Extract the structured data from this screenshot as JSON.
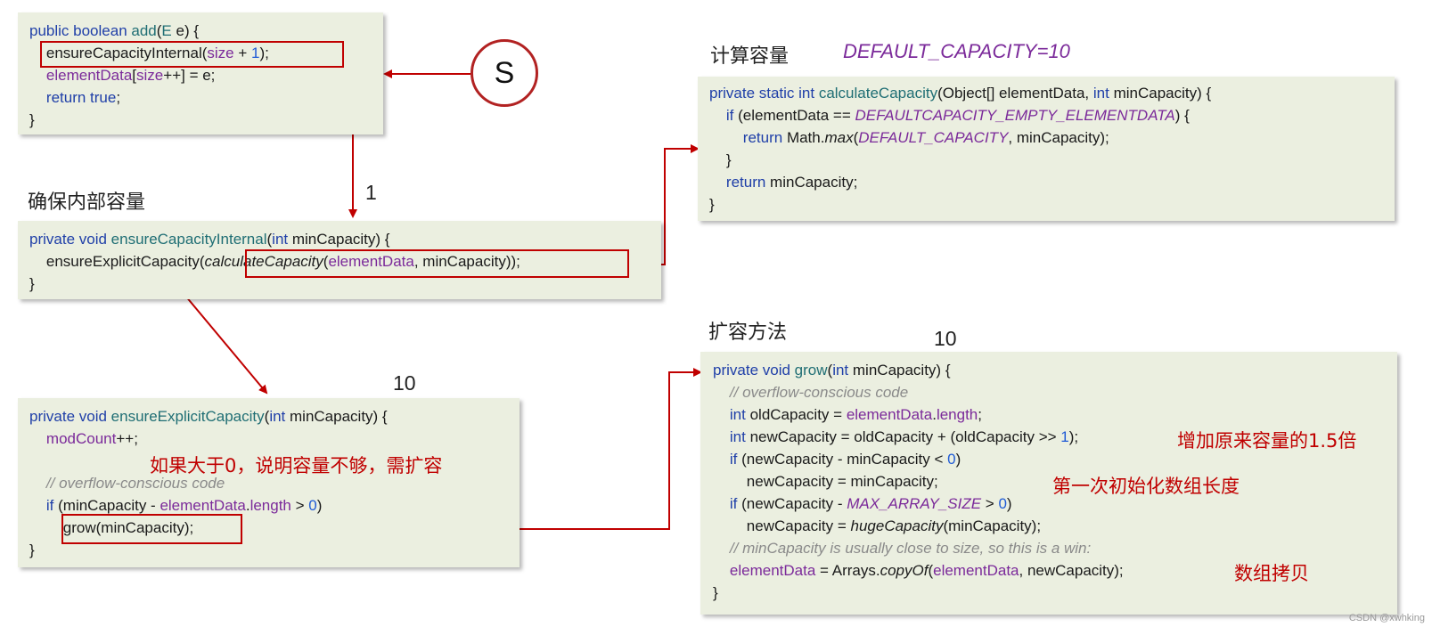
{
  "headings": {
    "ensure_internal": "确保内部容量",
    "calculate": "计算容量",
    "default_capacity": "DEFAULT_CAPACITY=10",
    "grow": "扩容方法"
  },
  "numbers": {
    "step_one": "1",
    "explicit_ten": "10",
    "grow_ten": "10"
  },
  "start_circle": "S",
  "notes": {
    "need_expand": "如果大于0，说明容量不够，需扩容",
    "grow_1_5": "增加原来容量的1.5倍",
    "first_init": "第一次初始化数组长度",
    "array_copy": "数组拷贝"
  },
  "code": {
    "add": [
      "public boolean add(E e) {",
      "    ensureCapacityInternal(size + 1);",
      "    elementData[size++] = e;",
      "    return true;",
      "}"
    ],
    "ensure_internal": [
      "private void ensureCapacityInternal(int minCapacity) {",
      "    ensureExplicitCapacity(calculateCapacity(elementData, minCapacity));",
      "}"
    ],
    "calculate": [
      "private static int calculateCapacity(Object[] elementData, int minCapacity) {",
      "    if (elementData == DEFAULTCAPACITY_EMPTY_ELEMENTDATA) {",
      "        return Math.max(DEFAULT_CAPACITY, minCapacity);",
      "    }",
      "    return minCapacity;",
      "}"
    ],
    "ensure_explicit": [
      "private void ensureExplicitCapacity(int minCapacity) {",
      "    modCount++;",
      "",
      "    // overflow-conscious code",
      "    if (minCapacity - elementData.length > 0)",
      "        grow(minCapacity);",
      "}"
    ],
    "grow": [
      "private void grow(int minCapacity) {",
      "    // overflow-conscious code",
      "    int oldCapacity = elementData.length;",
      "    int newCapacity = oldCapacity + (oldCapacity >> 1);",
      "    if (newCapacity - minCapacity < 0)",
      "        newCapacity = minCapacity;",
      "    if (newCapacity - MAX_ARRAY_SIZE > 0)",
      "        newCapacity = hugeCapacity(minCapacity);",
      "    // minCapacity is usually close to size, so this is a win:",
      "    elementData = Arrays.copyOf(elementData, newCapacity);",
      "}"
    ]
  },
  "watermark": "CSDN @xwhking",
  "colors": {
    "box_bg": "#ebefe0",
    "keyword": "#1f3fa8",
    "method": "#1f6e74",
    "field": "#7b2a9a",
    "number": "#1f5bd6",
    "comment": "#8a8a8a",
    "arrow_red": "#c00000"
  }
}
